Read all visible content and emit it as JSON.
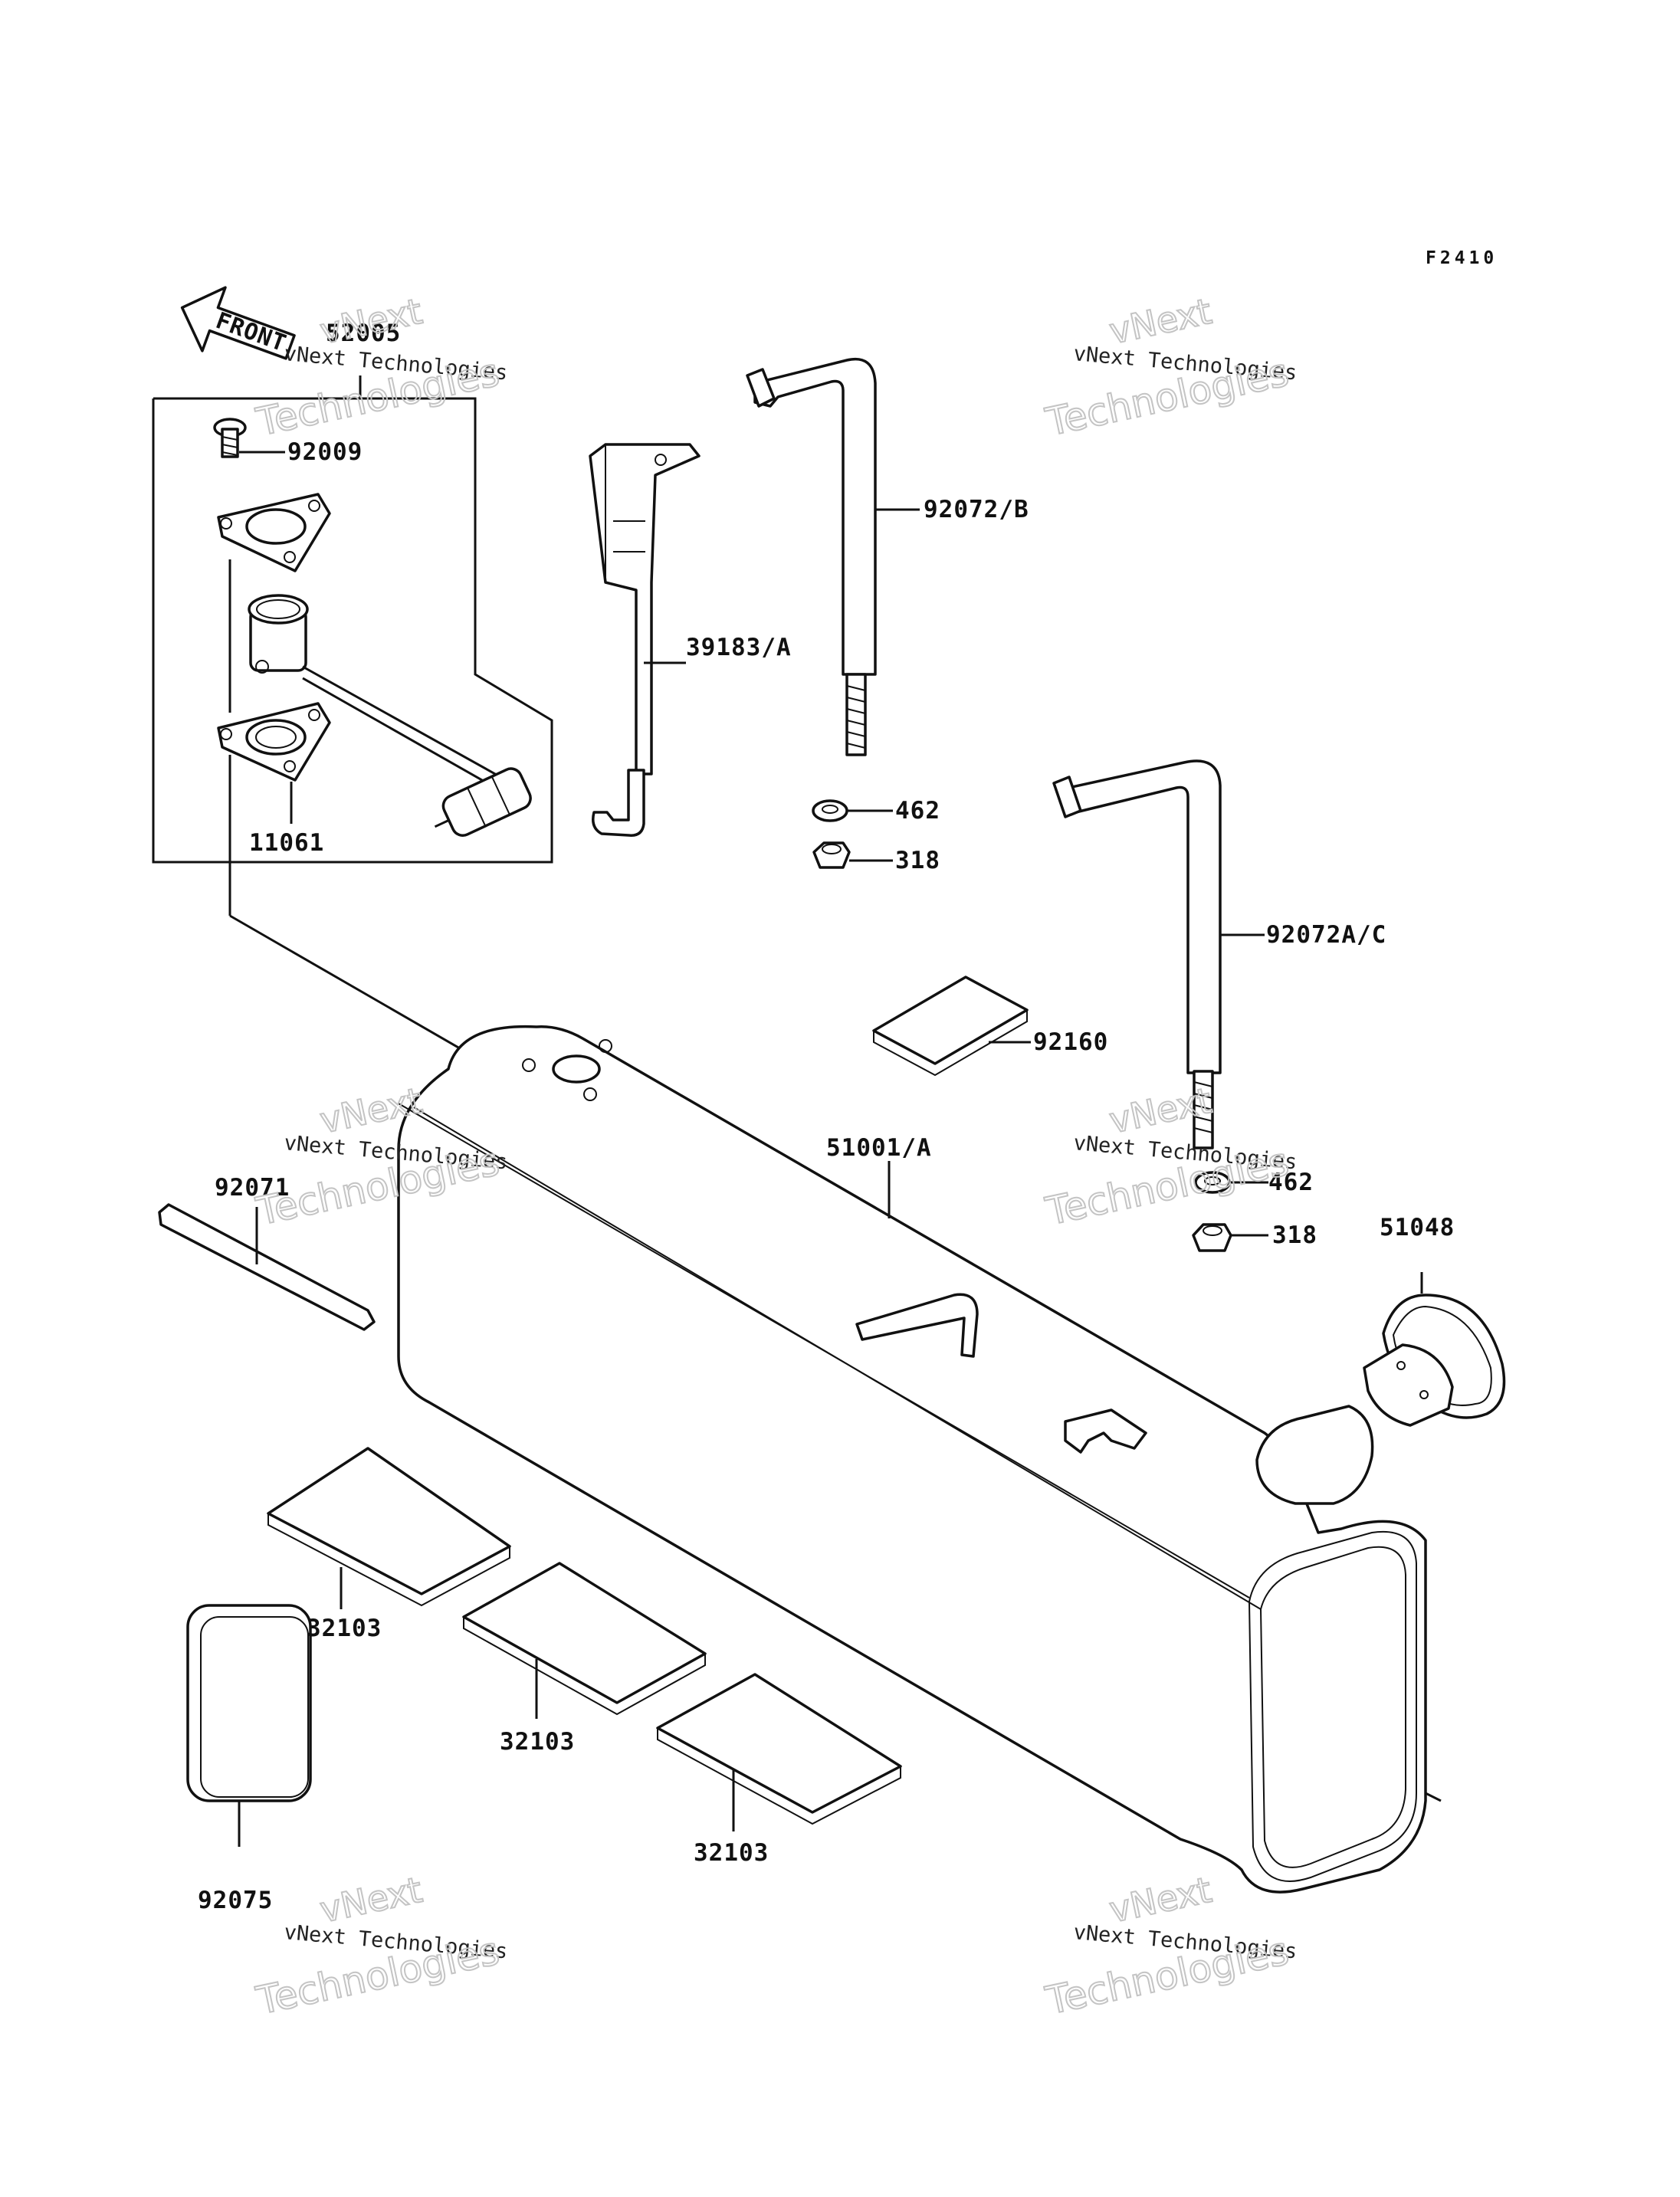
{
  "figure_code": "F2410",
  "front_label": "FRONT",
  "parts": [
    {
      "id": "p52005",
      "number": "52005"
    },
    {
      "id": "p92009",
      "number": "92009"
    },
    {
      "id": "p11061",
      "number": "11061"
    },
    {
      "id": "p39183",
      "number": "39183/A"
    },
    {
      "id": "p92072b",
      "number": "92072/B"
    },
    {
      "id": "p462a",
      "number": "462"
    },
    {
      "id": "p318a",
      "number": "318"
    },
    {
      "id": "p92072ac",
      "number": "92072A/C"
    },
    {
      "id": "p92160",
      "number": "92160"
    },
    {
      "id": "p51001",
      "number": "51001/A"
    },
    {
      "id": "p462b",
      "number": "462"
    },
    {
      "id": "p318b",
      "number": "318"
    },
    {
      "id": "p51048",
      "number": "51048"
    },
    {
      "id": "p92071",
      "number": "92071"
    },
    {
      "id": "p32103a",
      "number": "32103"
    },
    {
      "id": "p32103b",
      "number": "32103"
    },
    {
      "id": "p32103c",
      "number": "32103"
    },
    {
      "id": "p92075",
      "number": "92075"
    }
  ],
  "watermark": {
    "line1": "vNext Technologies",
    "big_top": "vNext",
    "big_bottom": "Technologies"
  }
}
